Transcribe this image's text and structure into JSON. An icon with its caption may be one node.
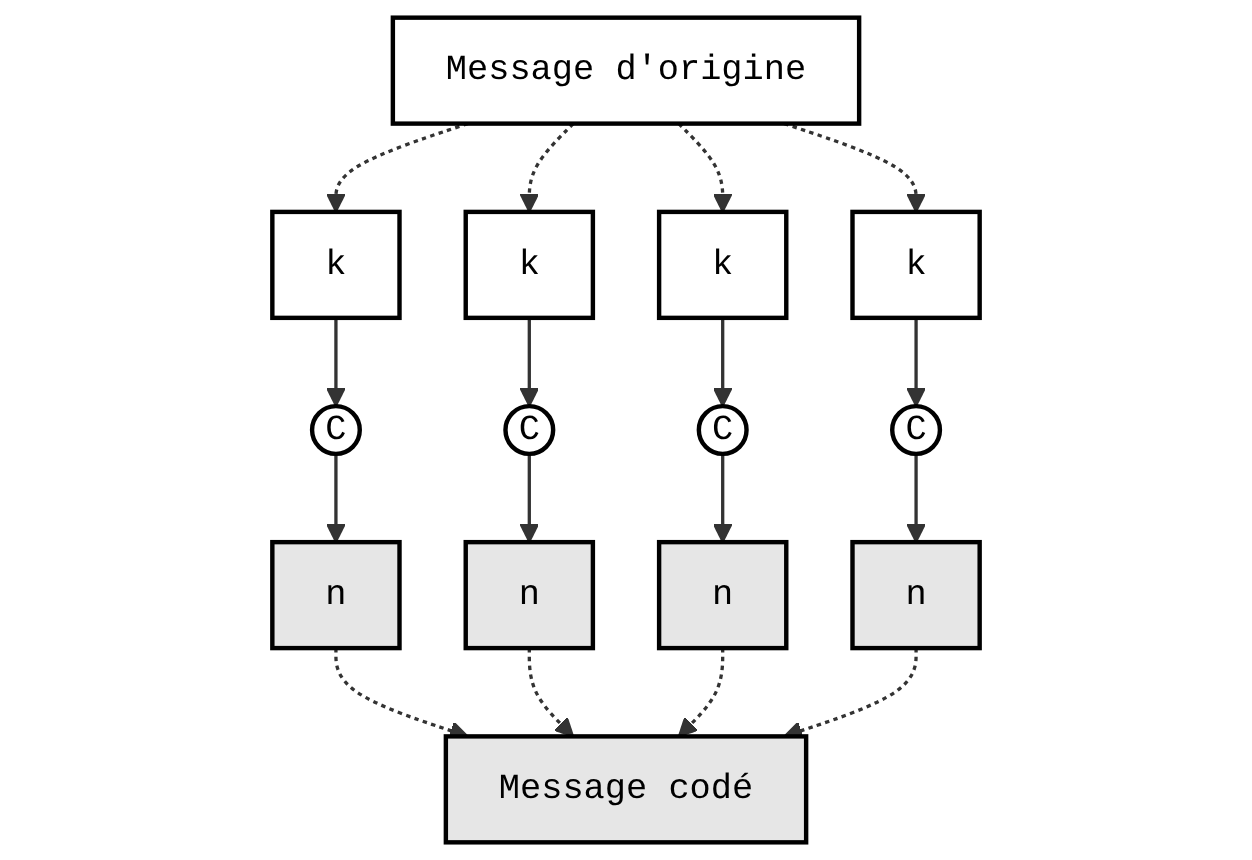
{
  "diagram": {
    "nodes": [
      {
        "text": [
          "Message d'origine"
        ]
      },
      {
        "text": [
          "k"
        ]
      },
      {
        "text": [
          "k"
        ]
      },
      {
        "text": [
          "k"
        ]
      },
      {
        "text": [
          "k"
        ]
      },
      {
        "text": [
          "C"
        ]
      },
      {
        "text": [
          "C"
        ]
      },
      {
        "text": [
          "C"
        ]
      },
      {
        "text": [
          "C"
        ]
      },
      {
        "text": [
          "n"
        ]
      },
      {
        "text": [
          "n"
        ]
      },
      {
        "text": [
          "n"
        ]
      },
      {
        "text": [
          "n"
        ]
      },
      {
        "text": [
          "Message codé"
        ]
      }
    ],
    "edges": [
      {
        "from": 0,
        "to": 1,
        "arrow": "to",
        "style": "dashed"
      },
      {
        "from": 0,
        "to": 2,
        "arrow": "to",
        "style": "dashed"
      },
      {
        "from": 0,
        "to": 3,
        "arrow": "to",
        "style": "dashed"
      },
      {
        "from": 0,
        "to": 4,
        "arrow": "to",
        "style": "dashed"
      },
      {
        "from": 1,
        "to": 5,
        "arrow": "to"
      },
      {
        "from": 2,
        "to": 6,
        "arrow": "to"
      },
      {
        "from": 3,
        "to": 7,
        "arrow": "to"
      },
      {
        "from": 4,
        "to": 8,
        "arrow": "to"
      },
      {
        "from": 5,
        "to": 9,
        "arrow": "to"
      },
      {
        "from": 6,
        "to": 10,
        "arrow": "to"
      },
      {
        "from": 7,
        "to": 11,
        "arrow": "to"
      },
      {
        "from": 8,
        "to": 12,
        "arrow": "to"
      },
      {
        "from": 9,
        "to": 13,
        "arrow": "to",
        "style": "dashed"
      },
      {
        "from": 10,
        "to": 13,
        "arrow": "to",
        "style": "dashed"
      },
      {
        "from": 11,
        "to": 13,
        "arrow": "to",
        "style": "dashed"
      },
      {
        "from": 12,
        "to": 13,
        "arrow": "to",
        "style": "dashed"
      }
    ]
  }
}
